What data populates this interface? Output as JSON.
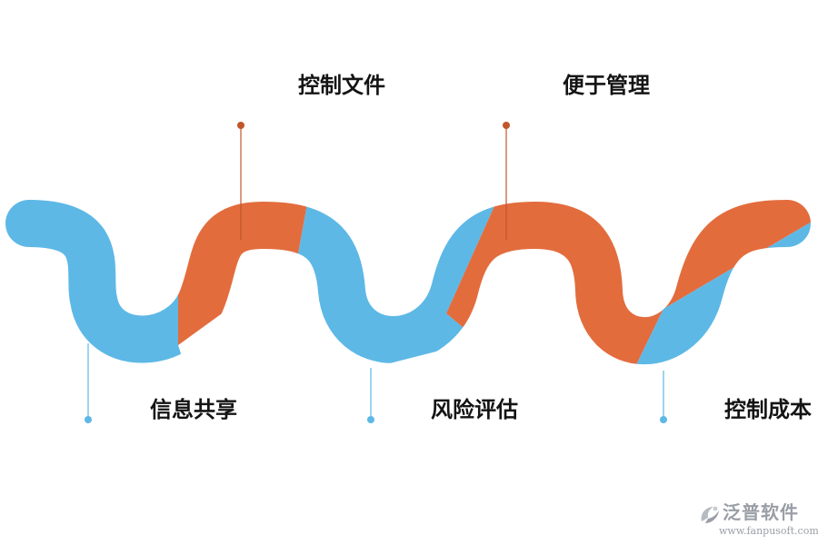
{
  "colors": {
    "wave_blue": "#5db8e6",
    "wave_orange": "#e36c3d",
    "marker_blue": "#5db8e6",
    "marker_orange": "#c1562b",
    "label_text": "#141414",
    "watermark": "#9a9ea6"
  },
  "top_labels": [
    {
      "text": "控制文件"
    },
    {
      "text": "便于管理"
    }
  ],
  "bottom_labels": [
    {
      "text": "信息共享"
    },
    {
      "text": "风险评估"
    },
    {
      "text": "控制成本"
    }
  ],
  "watermark": {
    "logo_icon": "fanpu-logo-icon",
    "name": "泛普软件",
    "url": "www.fanpusoft.com"
  }
}
